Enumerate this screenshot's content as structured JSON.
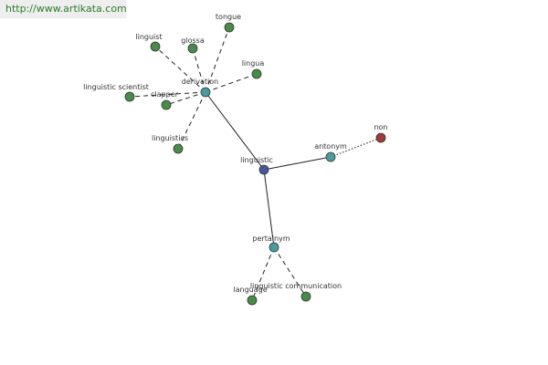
{
  "banner": {
    "url_text": "http://www.artikata.com"
  },
  "colors": {
    "synonym_node": "#4a8a4a",
    "hub_node": "#4a9aa0",
    "center_node": "#4a55a0",
    "antonym_node": "#a03a3a"
  },
  "graph": {
    "nodes": [
      {
        "id": "linguistic",
        "label": "linguistic",
        "kind": "center"
      },
      {
        "id": "derivation",
        "label": "derivation",
        "kind": "hub"
      },
      {
        "id": "antonym",
        "label": "antonym",
        "kind": "hub"
      },
      {
        "id": "pertainym",
        "label": "pertainym",
        "kind": "hub"
      },
      {
        "id": "non",
        "label": "non",
        "kind": "antonym"
      },
      {
        "id": "tongue",
        "label": "tongue",
        "kind": "leaf"
      },
      {
        "id": "linguist",
        "label": "linguist",
        "kind": "leaf"
      },
      {
        "id": "glossa",
        "label": "glossa",
        "kind": "leaf"
      },
      {
        "id": "lingua",
        "label": "lingua",
        "kind": "leaf"
      },
      {
        "id": "linguistic-scientist",
        "label": "linguistic scientist",
        "kind": "leaf"
      },
      {
        "id": "clapper",
        "label": "clapper",
        "kind": "leaf"
      },
      {
        "id": "linguistics",
        "label": "linguistics",
        "kind": "leaf"
      },
      {
        "id": "language",
        "label": "language",
        "kind": "leaf"
      },
      {
        "id": "linguistic-communication",
        "label": "linguistic communication",
        "kind": "leaf"
      }
    ],
    "edges": [
      {
        "from": "linguistic",
        "to": "derivation",
        "style": "solid"
      },
      {
        "from": "linguistic",
        "to": "antonym",
        "style": "solid"
      },
      {
        "from": "linguistic",
        "to": "pertainym",
        "style": "solid"
      },
      {
        "from": "antonym",
        "to": "non",
        "style": "dotted"
      },
      {
        "from": "derivation",
        "to": "tongue",
        "style": "dashed"
      },
      {
        "from": "derivation",
        "to": "linguist",
        "style": "dashed"
      },
      {
        "from": "derivation",
        "to": "glossa",
        "style": "dashed"
      },
      {
        "from": "derivation",
        "to": "lingua",
        "style": "dashed"
      },
      {
        "from": "derivation",
        "to": "linguistic-scientist",
        "style": "dashed"
      },
      {
        "from": "derivation",
        "to": "clapper",
        "style": "dashed"
      },
      {
        "from": "derivation",
        "to": "linguistics",
        "style": "dashed"
      },
      {
        "from": "pertainym",
        "to": "language",
        "style": "dashed"
      },
      {
        "from": "pertainym",
        "to": "linguistic-communication",
        "style": "dashed"
      }
    ]
  }
}
